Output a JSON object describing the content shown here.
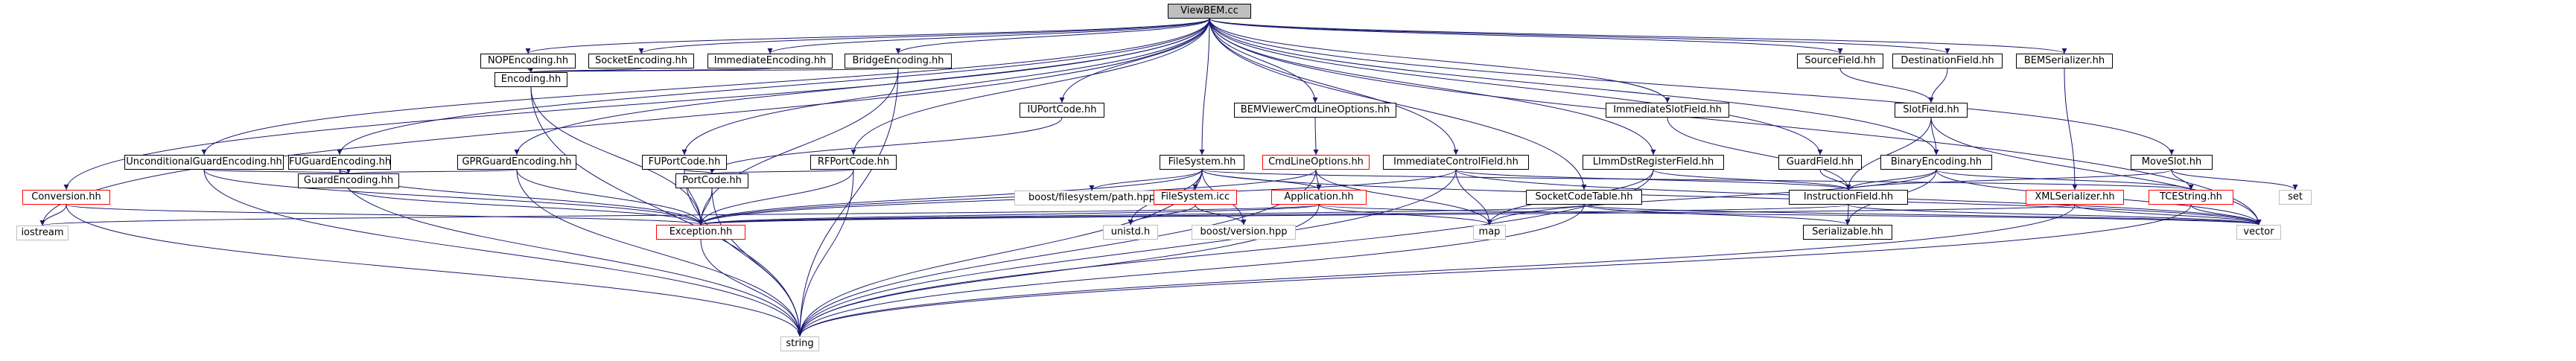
{
  "graph": {
    "title": "ViewBEM.cc",
    "nodes": [
      {
        "id": "root",
        "label": "ViewBEM.cc",
        "style": "root"
      },
      {
        "id": "nope",
        "label": "NOPEncoding.hh",
        "style": "normal"
      },
      {
        "id": "sock",
        "label": "SocketEncoding.hh",
        "style": "normal"
      },
      {
        "id": "imm",
        "label": "ImmediateEncoding.hh",
        "style": "normal"
      },
      {
        "id": "bridge",
        "label": "BridgeEncoding.hh",
        "style": "normal"
      },
      {
        "id": "srcf",
        "label": "SourceField.hh",
        "style": "normal"
      },
      {
        "id": "dstf",
        "label": "DestinationField.hh",
        "style": "normal"
      },
      {
        "id": "bemser",
        "label": "BEMSerializer.hh",
        "style": "normal"
      },
      {
        "id": "enc",
        "label": "Encoding.hh",
        "style": "normal"
      },
      {
        "id": "iup",
        "label": "IUPortCode.hh",
        "style": "normal"
      },
      {
        "id": "bemview",
        "label": "BEMViewerCmdLineOptions.hh",
        "style": "normal"
      },
      {
        "id": "immslot",
        "label": "ImmediateSlotField.hh",
        "style": "normal"
      },
      {
        "id": "slotf",
        "label": "SlotField.hh",
        "style": "normal"
      },
      {
        "id": "fup",
        "label": "FUPortCode.hh",
        "style": "normal"
      },
      {
        "id": "rfp",
        "label": "RFPortCode.hh",
        "style": "normal"
      },
      {
        "id": "fsys",
        "label": "FileSystem.hh",
        "style": "normal"
      },
      {
        "id": "cmdl",
        "label": "CmdLineOptions.hh",
        "style": "red"
      },
      {
        "id": "immctrl",
        "label": "ImmediateControlField.hh",
        "style": "normal"
      },
      {
        "id": "limm",
        "label": "LImmDstRegisterField.hh",
        "style": "normal"
      },
      {
        "id": "guardf",
        "label": "GuardField.hh",
        "style": "normal"
      },
      {
        "id": "binenc",
        "label": "BinaryEncoding.hh",
        "style": "normal"
      },
      {
        "id": "moveslot",
        "label": "MoveSlot.hh",
        "style": "normal"
      },
      {
        "id": "uncond",
        "label": "UnconditionalGuardEncoding.hh",
        "style": "normal"
      },
      {
        "id": "fug",
        "label": "FUGuardEncoding.hh",
        "style": "normal"
      },
      {
        "id": "gprg",
        "label": "GPRGuardEncoding.hh",
        "style": "normal"
      },
      {
        "id": "guardenc",
        "label": "GuardEncoding.hh",
        "style": "normal"
      },
      {
        "id": "portcode",
        "label": "PortCode.hh",
        "style": "normal"
      },
      {
        "id": "boostfs",
        "label": "boost/filesystem/path.hpp",
        "style": "gray"
      },
      {
        "id": "fsicc",
        "label": "FileSystem.icc",
        "style": "red"
      },
      {
        "id": "app",
        "label": "Application.hh",
        "style": "red"
      },
      {
        "id": "sctable",
        "label": "SocketCodeTable.hh",
        "style": "normal"
      },
      {
        "id": "instrf",
        "label": "InstructionField.hh",
        "style": "normal"
      },
      {
        "id": "xmlser",
        "label": "XMLSerializer.hh",
        "style": "red"
      },
      {
        "id": "tcestr",
        "label": "TCEString.hh",
        "style": "red"
      },
      {
        "id": "set",
        "label": "set",
        "style": "gray"
      },
      {
        "id": "conv",
        "label": "Conversion.hh",
        "style": "red"
      },
      {
        "id": "iostream",
        "label": "iostream",
        "style": "gray"
      },
      {
        "id": "exc",
        "label": "Exception.hh",
        "style": "red"
      },
      {
        "id": "unistd",
        "label": "unistd.h",
        "style": "gray"
      },
      {
        "id": "boostver",
        "label": "boost/version.hpp",
        "style": "gray"
      },
      {
        "id": "map",
        "label": "map",
        "style": "gray"
      },
      {
        "id": "vector",
        "label": "vector",
        "style": "gray"
      },
      {
        "id": "serial",
        "label": "Serializable.hh",
        "style": "normal"
      },
      {
        "id": "string",
        "label": "string",
        "style": "gray"
      }
    ],
    "edges": [
      [
        "root",
        "nope"
      ],
      [
        "root",
        "sock"
      ],
      [
        "root",
        "imm"
      ],
      [
        "root",
        "bridge"
      ],
      [
        "root",
        "srcf"
      ],
      [
        "root",
        "dstf"
      ],
      [
        "root",
        "bemser"
      ],
      [
        "root",
        "iup"
      ],
      [
        "root",
        "bemview"
      ],
      [
        "root",
        "immslot"
      ],
      [
        "root",
        "fup"
      ],
      [
        "root",
        "rfp"
      ],
      [
        "root",
        "fsys"
      ],
      [
        "root",
        "immctrl"
      ],
      [
        "root",
        "limm"
      ],
      [
        "root",
        "guardf"
      ],
      [
        "root",
        "binenc"
      ],
      [
        "root",
        "moveslot"
      ],
      [
        "root",
        "uncond"
      ],
      [
        "root",
        "fug"
      ],
      [
        "root",
        "gprg"
      ],
      [
        "root",
        "sctable"
      ],
      [
        "root",
        "conv"
      ],
      [
        "root",
        "iostream"
      ],
      [
        "root",
        "vector"
      ],
      [
        "nope",
        "enc"
      ],
      [
        "sock",
        "enc"
      ],
      [
        "imm",
        "enc"
      ],
      [
        "bridge",
        "enc"
      ],
      [
        "bridge",
        "exc"
      ],
      [
        "bridge",
        "string"
      ],
      [
        "enc",
        "exc"
      ],
      [
        "enc",
        "string"
      ],
      [
        "srcf",
        "slotf"
      ],
      [
        "dstf",
        "slotf"
      ],
      [
        "slotf",
        "instrf"
      ],
      [
        "slotf",
        "binenc"
      ],
      [
        "slotf",
        "vector"
      ],
      [
        "bemser",
        "xmlser"
      ],
      [
        "iup",
        "portcode"
      ],
      [
        "bemview",
        "cmdl"
      ],
      [
        "immslot",
        "instrf"
      ],
      [
        "fup",
        "portcode"
      ],
      [
        "fup",
        "exc"
      ],
      [
        "fup",
        "string"
      ],
      [
        "rfp",
        "portcode"
      ],
      [
        "rfp",
        "exc"
      ],
      [
        "rfp",
        "string"
      ],
      [
        "fsys",
        "boostfs"
      ],
      [
        "fsys",
        "fsicc"
      ],
      [
        "fsys",
        "app"
      ],
      [
        "fsys",
        "exc"
      ],
      [
        "fsys",
        "unistd"
      ],
      [
        "fsys",
        "boostver"
      ],
      [
        "fsys",
        "string"
      ],
      [
        "fsys",
        "vector"
      ],
      [
        "fsys",
        "tcestr"
      ],
      [
        "cmdl",
        "app"
      ],
      [
        "cmdl",
        "exc"
      ],
      [
        "cmdl",
        "map"
      ],
      [
        "cmdl",
        "string"
      ],
      [
        "immctrl",
        "instrf"
      ],
      [
        "immctrl",
        "exc"
      ],
      [
        "immctrl",
        "map"
      ],
      [
        "immctrl",
        "string"
      ],
      [
        "immctrl",
        "vector"
      ],
      [
        "limm",
        "instrf"
      ],
      [
        "limm",
        "map"
      ],
      [
        "limm",
        "string"
      ],
      [
        "guardf",
        "instrf"
      ],
      [
        "binenc",
        "instrf"
      ],
      [
        "binenc",
        "tcestr"
      ],
      [
        "binenc",
        "map"
      ],
      [
        "binenc",
        "vector"
      ],
      [
        "binenc",
        "serial"
      ],
      [
        "moveslot",
        "instrf"
      ],
      [
        "moveslot",
        "tcestr"
      ],
      [
        "moveslot",
        "set"
      ],
      [
        "uncond",
        "guardenc"
      ],
      [
        "uncond",
        "exc"
      ],
      [
        "uncond",
        "string"
      ],
      [
        "fug",
        "guardenc"
      ],
      [
        "fug",
        "exc"
      ],
      [
        "fug",
        "string"
      ],
      [
        "gprg",
        "guardenc"
      ],
      [
        "gprg",
        "exc"
      ],
      [
        "gprg",
        "string"
      ],
      [
        "guardenc",
        "exc"
      ],
      [
        "portcode",
        "exc"
      ],
      [
        "portcode",
        "string"
      ],
      [
        "fsicc",
        "unistd"
      ],
      [
        "fsicc",
        "boostver"
      ],
      [
        "app",
        "iostream"
      ],
      [
        "app",
        "exc"
      ],
      [
        "app",
        "string"
      ],
      [
        "app",
        "vector"
      ],
      [
        "app",
        "map"
      ],
      [
        "sctable",
        "exc"
      ],
      [
        "sctable",
        "string"
      ],
      [
        "sctable",
        "vector"
      ],
      [
        "sctable",
        "serial"
      ],
      [
        "instrf",
        "exc"
      ],
      [
        "instrf",
        "serial"
      ],
      [
        "instrf",
        "vector"
      ],
      [
        "xmlser",
        "exc"
      ],
      [
        "xmlser",
        "string"
      ],
      [
        "xmlser",
        "vector"
      ],
      [
        "tcestr",
        "string"
      ],
      [
        "tcestr",
        "vector"
      ],
      [
        "conv",
        "iostream"
      ],
      [
        "conv",
        "exc"
      ],
      [
        "conv",
        "string"
      ],
      [
        "exc",
        "string"
      ]
    ],
    "colors": {
      "normal_border": "#000000",
      "red_border": "#ff0000",
      "gray_border": "#bfbfbf",
      "root_fill": "#bfbfbf",
      "edge": "#191970"
    }
  }
}
